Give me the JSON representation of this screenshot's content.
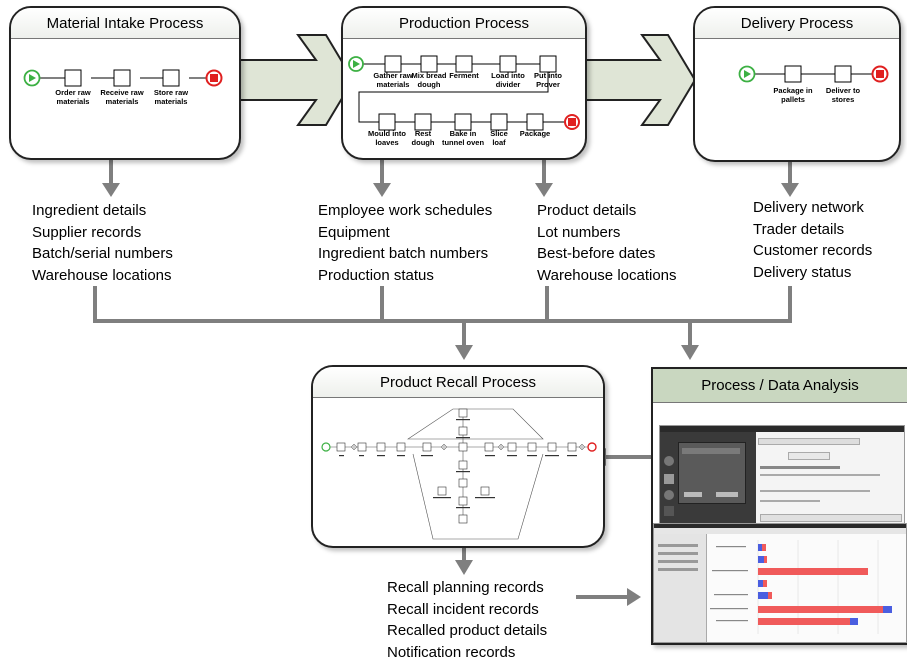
{
  "panels": {
    "intake": {
      "title": "Material Intake Process",
      "steps": [
        "Order raw materials",
        "Receive raw materials",
        "Store raw materials"
      ]
    },
    "production": {
      "title": "Production Process",
      "steps_row1": [
        "Gather raw materials",
        "Mix bread dough",
        "Ferment",
        "Load into divider",
        "Put into Prover"
      ],
      "steps_row2": [
        "Mould into loaves",
        "Rest dough",
        "Bake in tunnel oven",
        "Slice loaf",
        "Package"
      ]
    },
    "delivery": {
      "title": "Delivery Process",
      "steps": [
        "Package in pallets",
        "Deliver to stores"
      ]
    },
    "recall": {
      "title": "Product Recall Process"
    },
    "analysis": {
      "title": "Process / Data Analysis"
    }
  },
  "data_lists": {
    "intake": [
      "Ingredient details",
      "Supplier records",
      "Batch/serial numbers",
      "Warehouse locations"
    ],
    "production_resources": [
      "Employee work schedules",
      "Equipment",
      "Ingredient batch numbers",
      "Production status"
    ],
    "production_products": [
      "Product details",
      "Lot numbers",
      "Best-before dates",
      "Warehouse locations"
    ],
    "delivery": [
      "Delivery network",
      "Trader details",
      "Customer records",
      "Delivery status"
    ],
    "recall": [
      "Recall planning records",
      "Recall incident records",
      "Recalled product details",
      "Notification records"
    ]
  },
  "colors": {
    "arrow_fill": "#dfe5d6",
    "connector": "#7f7f7f",
    "start_event": "#3cb043",
    "end_event": "#e02020",
    "analysis_header": "#c9d7c0",
    "chart_red": "#f05a5a",
    "chart_blue": "#4a5ee0"
  }
}
